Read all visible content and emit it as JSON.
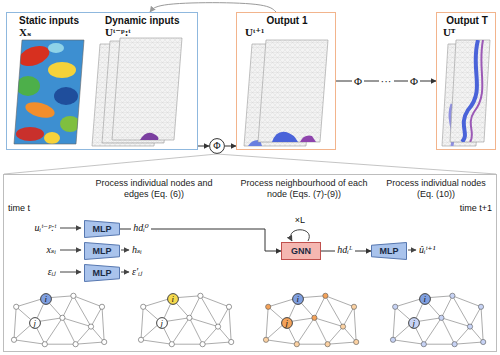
{
  "diagram": {
    "nodes": [
      {
        "text": [
          "Static inputs",
          "Dynamic inputs",
          "Xₛ",
          "Uᵗ⁻ᵖ:ᵗ"
        ]
      },
      {
        "text": [
          "Φ"
        ]
      },
      {
        "text": [
          "Output 1",
          "Uᵗ⁺¹"
        ]
      },
      {
        "text": [
          "Output T",
          "Uᵀ"
        ]
      },
      {
        "text": [
          "Process individual nodes and edges (Eq. (6))",
          "Process neighbourhood of each node (Eqs. (7)-(9))",
          "Process individual nodes (Eq. (10))"
        ]
      },
      {
        "text": [
          "MLP"
        ],
        "in": 4
      },
      {
        "text": [
          "MLP"
        ],
        "in": 4
      },
      {
        "text": [
          "MLP"
        ],
        "in": 4
      },
      {
        "text": [
          "GNN"
        ],
        "in": 4
      },
      {
        "text": [
          "MLP"
        ],
        "in": 4
      },
      {
        "text": [
          "i"
        ],
        "in": 4
      },
      {
        "text": [
          "j"
        ],
        "in": 4
      },
      {
        "text": [
          "i"
        ],
        "in": 4
      },
      {
        "text": [
          "j"
        ],
        "in": 4
      },
      {
        "text": [
          "i"
        ],
        "in": 4
      },
      {
        "text": [
          "j"
        ],
        "in": 4
      },
      {
        "text": [
          "i"
        ],
        "in": 4
      },
      {
        "text": [
          "j"
        ],
        "in": 4
      }
    ],
    "edges": [
      {
        "from": 0,
        "to": 1,
        "arrow": "to"
      },
      {
        "from": 1,
        "to": 2,
        "arrow": "to"
      },
      {
        "from": 2,
        "to": 3,
        "arrow": "to"
      },
      {
        "from": 2,
        "to": 0,
        "arrow": "to"
      },
      {
        "from": 1,
        "to": 4,
        "arrow": "none"
      },
      {
        "from": 5,
        "to": 8,
        "label": "hdᵢ⁰",
        "arrow": "to"
      },
      {
        "from": 8,
        "to": 9,
        "label": "hdᵢᴸ",
        "arrow": "to"
      },
      {
        "from": 10,
        "to": 11,
        "arrow": "none"
      },
      {
        "from": 12,
        "to": 13,
        "arrow": "none"
      },
      {
        "from": 14,
        "to": 15,
        "arrow": "none"
      },
      {
        "from": 16,
        "to": 17,
        "arrow": "none"
      }
    ],
    "labels": [
      "time t",
      "time t+1",
      "uᵢᵗ⁻ᵖ:ᵗ",
      "xₛᵢ",
      "εᵢⱼ",
      "hₛᵢ",
      "ε′ᵢⱼ",
      "×L",
      "ûᵢᵗ⁺¹",
      "Φ",
      "···",
      "Φ"
    ]
  }
}
